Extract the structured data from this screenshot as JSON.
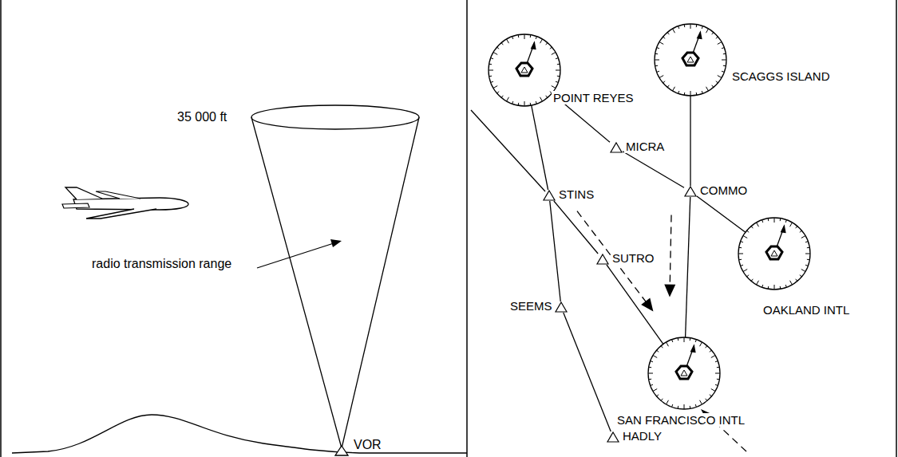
{
  "diagram": {
    "nodes": [
      {
        "text": [
          "POINT REYES"
        ]
      },
      {
        "text": [
          "SCAGGS ISLAND"
        ]
      },
      {
        "text": [
          "MICRA"
        ]
      },
      {
        "text": [
          "STINS"
        ]
      },
      {
        "text": [
          "COMMO"
        ]
      },
      {
        "text": [
          "SUTRO"
        ]
      },
      {
        "text": [
          "OAKLAND INTL"
        ]
      },
      {
        "text": [
          "SEEMS"
        ]
      },
      {
        "text": [
          "HADLY"
        ]
      },
      {
        "text": [
          "SAN FRANCISCO INTL"
        ]
      }
    ],
    "edges": [
      {
        "from": 0,
        "to": 2,
        "arrow": "none"
      },
      {
        "from": 2,
        "to": 4,
        "arrow": "none"
      },
      {
        "from": 4,
        "to": 6,
        "arrow": "none"
      },
      {
        "from": 0,
        "to": 3,
        "arrow": "none"
      },
      {
        "from": 3,
        "to": 7,
        "arrow": "none"
      },
      {
        "from": 7,
        "to": 8,
        "arrow": "none"
      },
      {
        "from": 3,
        "to": 5,
        "arrow": "none"
      },
      {
        "from": 5,
        "to": 9,
        "arrow": "none"
      },
      {
        "from": 1,
        "to": 4,
        "arrow": "none"
      },
      {
        "from": 4,
        "to": 9,
        "arrow": "none"
      },
      {
        "from": 3,
        "to": 9,
        "arrow": "to"
      },
      {
        "from": 1,
        "to": 9,
        "arrow": "to"
      }
    ],
    "labels": [
      "35 000 ft",
      "radio transmission range",
      "VOR"
    ]
  }
}
